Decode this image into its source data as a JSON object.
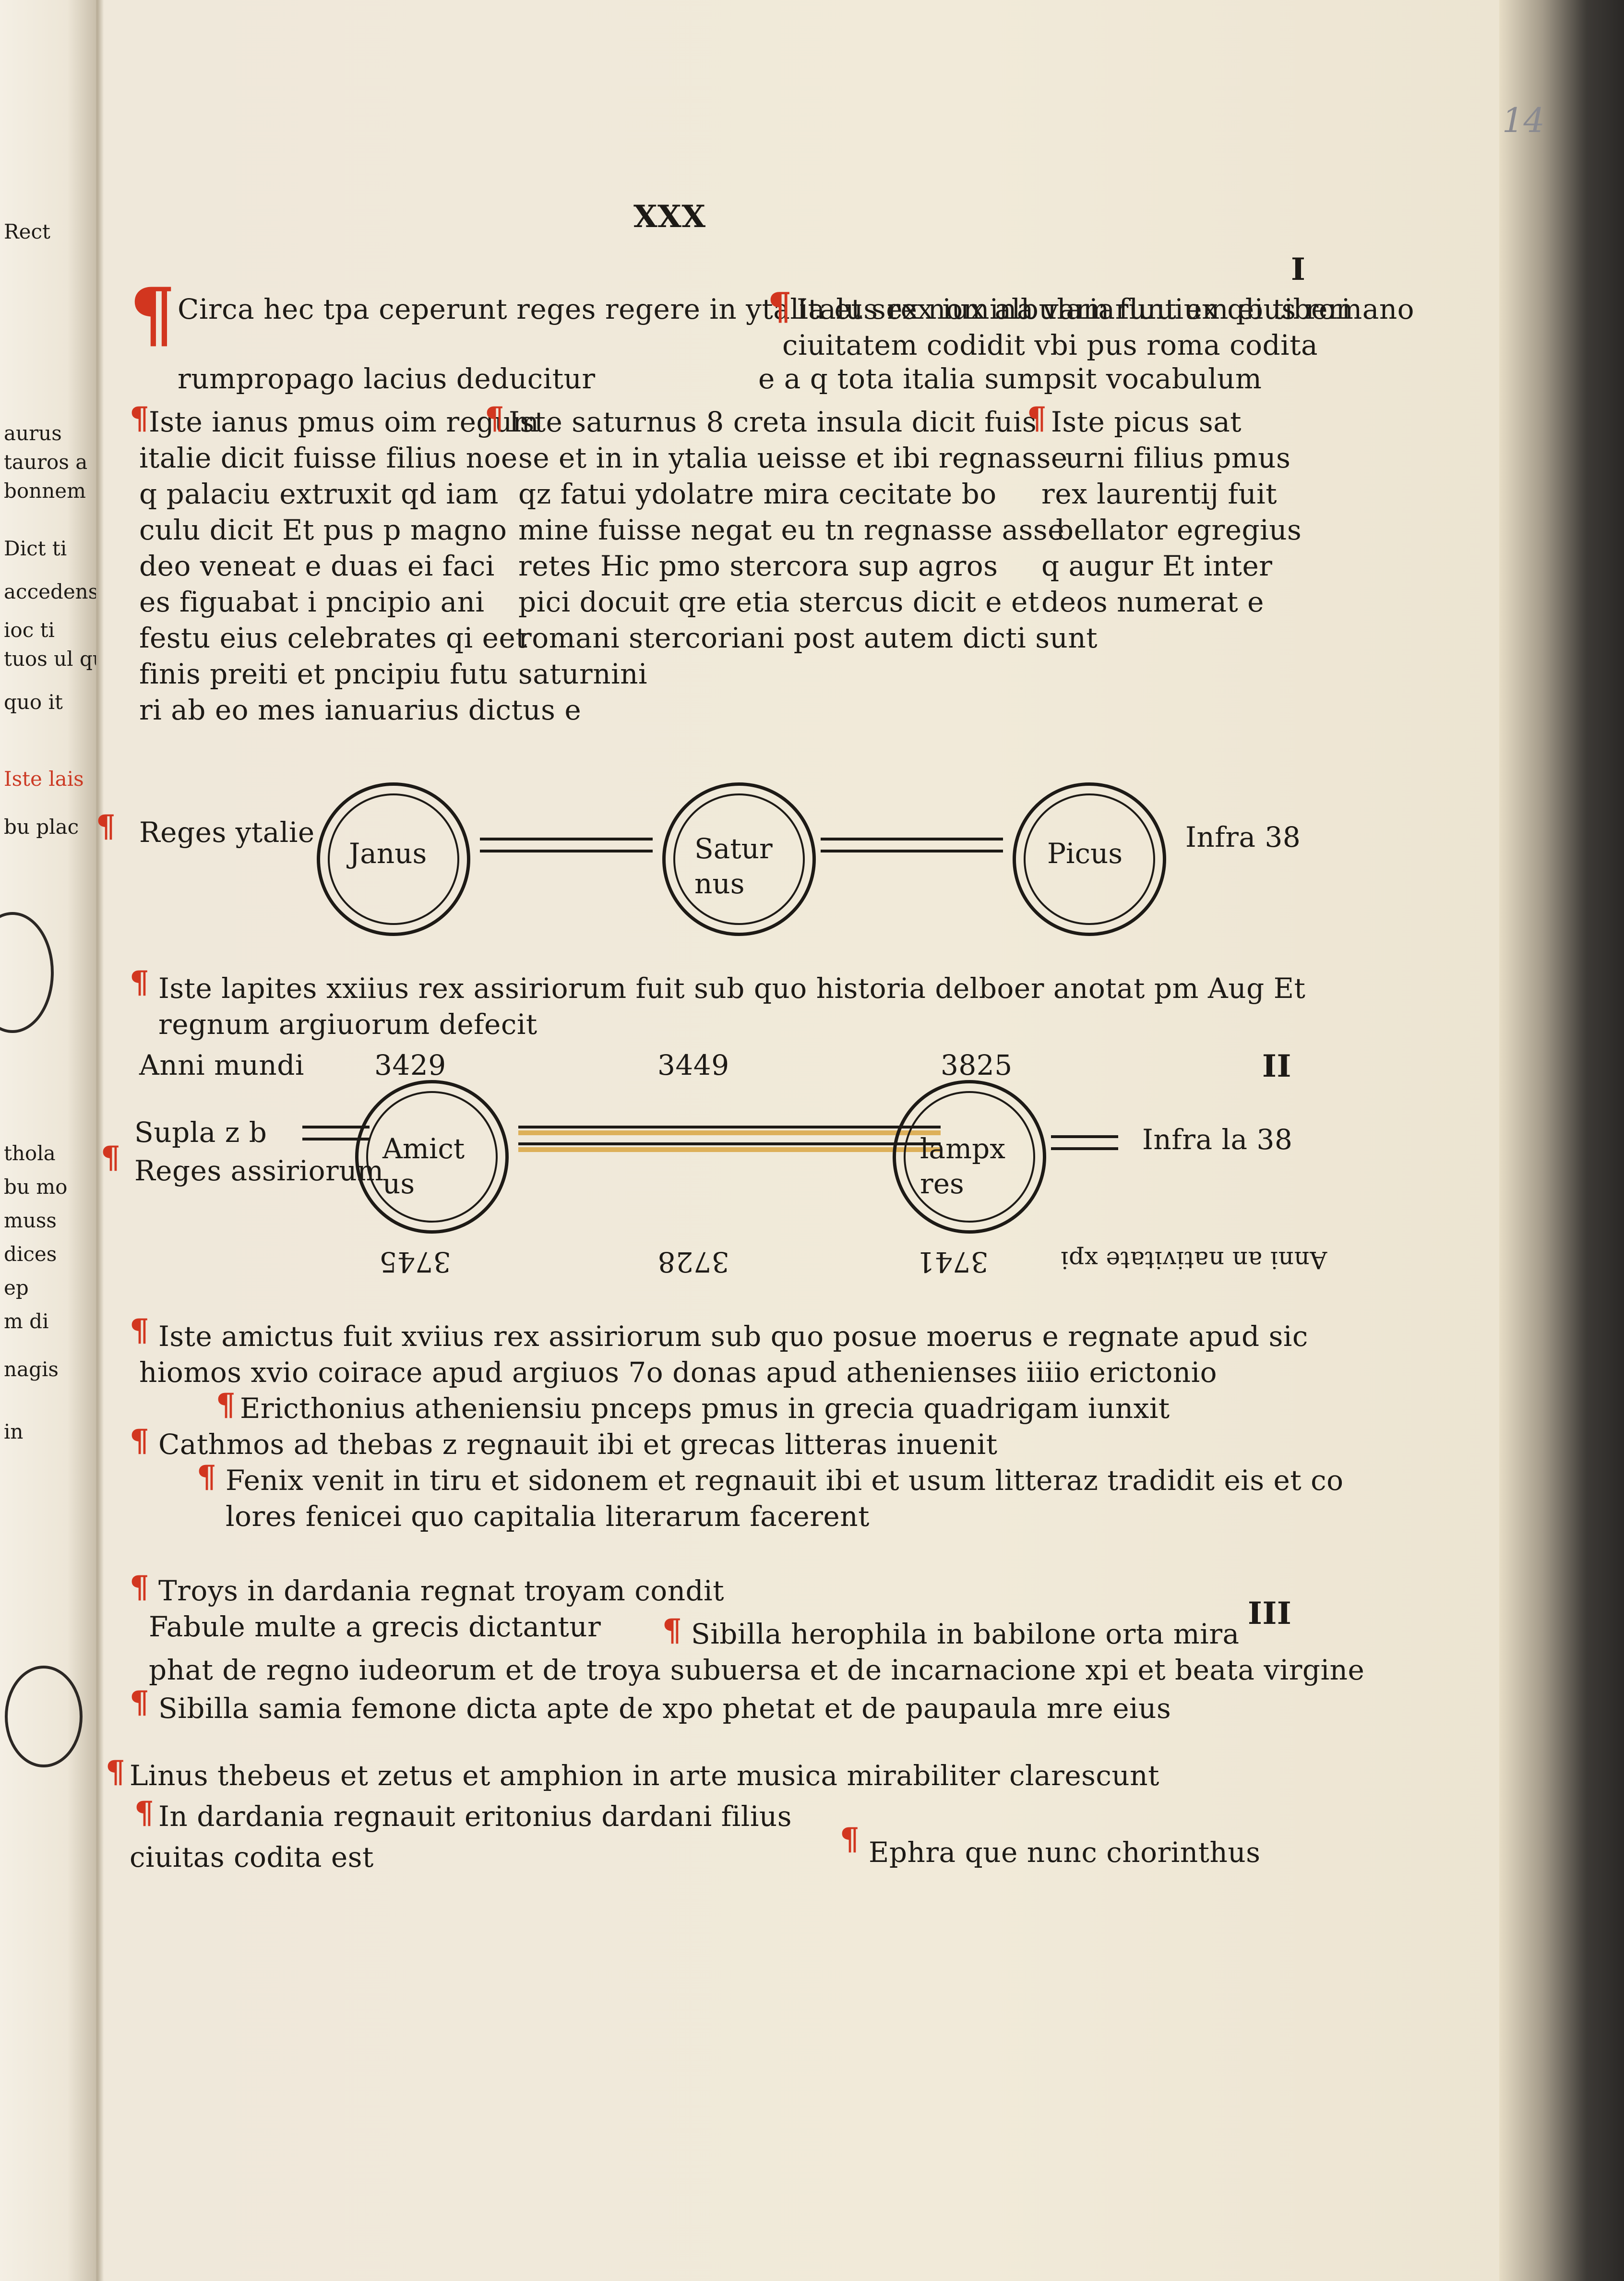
{
  "page": {
    "running_head": "XXX",
    "handwritten_folio": "14",
    "sections": [
      "I",
      "II",
      "III"
    ]
  },
  "section1": {
    "intro_col1": [
      "Circa hec tpa ceperunt reges regere in ytalia et sex nomina variarunt ex qbus romano",
      "rumpropago lacius deducitur"
    ],
    "intro_col2": [
      "Italus rex iux albulam fluuium ei tiberi",
      "ciuitatem codidit vbi pus roma codita",
      "e a q tota italia sumpsit vocabulum"
    ],
    "col_janus": [
      "Iste ianus pmus oim regum",
      "italie dicit fuisse filius noe",
      "q palaciu extruxit qd iam",
      "culu dicit Et pus p magno",
      "deo veneat e duas ei faci",
      "es figuabat i pncipio ani",
      "festu eius celebrates qi eet",
      "finis preiti et pncipiu futu",
      "ri ab eo mes ianuarius dictus e"
    ],
    "col_saturn": [
      "Iste saturnus 8 creta insula dicit fuis",
      "se et in in ytalia ueisse et ibi regnasse",
      "qz fatui ydolatre mira cecitate bo",
      "mine fuisse negat eu tn regnasse asse",
      "retes Hic pmo stercora sup agros",
      "pici docuit qre etia stercus dicit e et",
      "romani stercoriani post autem dicti sunt",
      "saturnini"
    ],
    "col_picus": [
      "Iste picus sat",
      "urni filius pmus",
      "rex laurentij fuit",
      "bellator egregius",
      "q augur Et inter",
      "deos numerat e"
    ]
  },
  "diagram1": {
    "row_label": "Reges ytalie",
    "nodes": [
      "Janus",
      "Satur nus",
      "Picus"
    ],
    "right_note": "Infra 38"
  },
  "section2": {
    "note": [
      "Iste lapites xxiius rex assiriorum fuit sub quo historia delboer anotat pm Aug Et",
      "regnum argiuorum defecit"
    ],
    "anni_label": "Anni mundi",
    "years_top": [
      "3429",
      "3449",
      "3825"
    ],
    "left_labels": [
      "Supla z b",
      "Reges assiriorum"
    ],
    "nodes": [
      "Amict us",
      "lampx res"
    ],
    "right_note": "Infra la 38",
    "years_bottom": [
      "3745",
      "3728",
      "3741"
    ],
    "bottom_right": "Anni an nativitate xpi"
  },
  "section2_text": [
    "Iste amictus fuit xviius rex assiriorum sub quo posue moerus e regnate apud sic",
    "hiomos xvio coirace apud argiuos 7o donas apud athenienses iiiio erictonio",
    "Ericthonius atheniensiu pnceps pmus in grecia quadrigam iunxit",
    "Cathmos ad thebas z regnauit ibi et grecas litteras inuenit",
    "Fenix venit in tiru et sidonem et regnauit ibi et usum litteraz tradidit eis et co",
    "lores fenicei quo capitalia literarum facerent"
  ],
  "section3": [
    "Troys in dardania regnat troyam condit",
    "Fabule multe a grecis dictantur",
    "Sibilla herophila in babilone orta mira",
    "phat de regno iudeorum et de troya subuersa et de incarnacione xpi et beata virgine",
    "Sibilla samia femone dicta apte de xpo phetat et de paupaula mre eius",
    "Linus thebeus et zetus et amphion in arte musica mirabiliter clarescunt",
    "In dardania regnauit eritonius dardani filius",
    "Ephra que nunc chorinthus",
    "ciuitas codita est"
  ],
  "left_page": {
    "fragments": [
      "Rect",
      "aurus",
      "tauros a",
      "bonnem",
      "Dict ti",
      "accedens Que",
      "ioc ti",
      "tuos ul que",
      "quo it",
      "Iste lais",
      "bu plac",
      "thola",
      "bu mo",
      "muss",
      "dices",
      "ep",
      "m di",
      "nagis",
      "in"
    ]
  },
  "colors": {
    "rubric": "#d2361f",
    "ink": "#1d1a16",
    "wash": "#d9a642",
    "paper": "#f1ead9"
  }
}
